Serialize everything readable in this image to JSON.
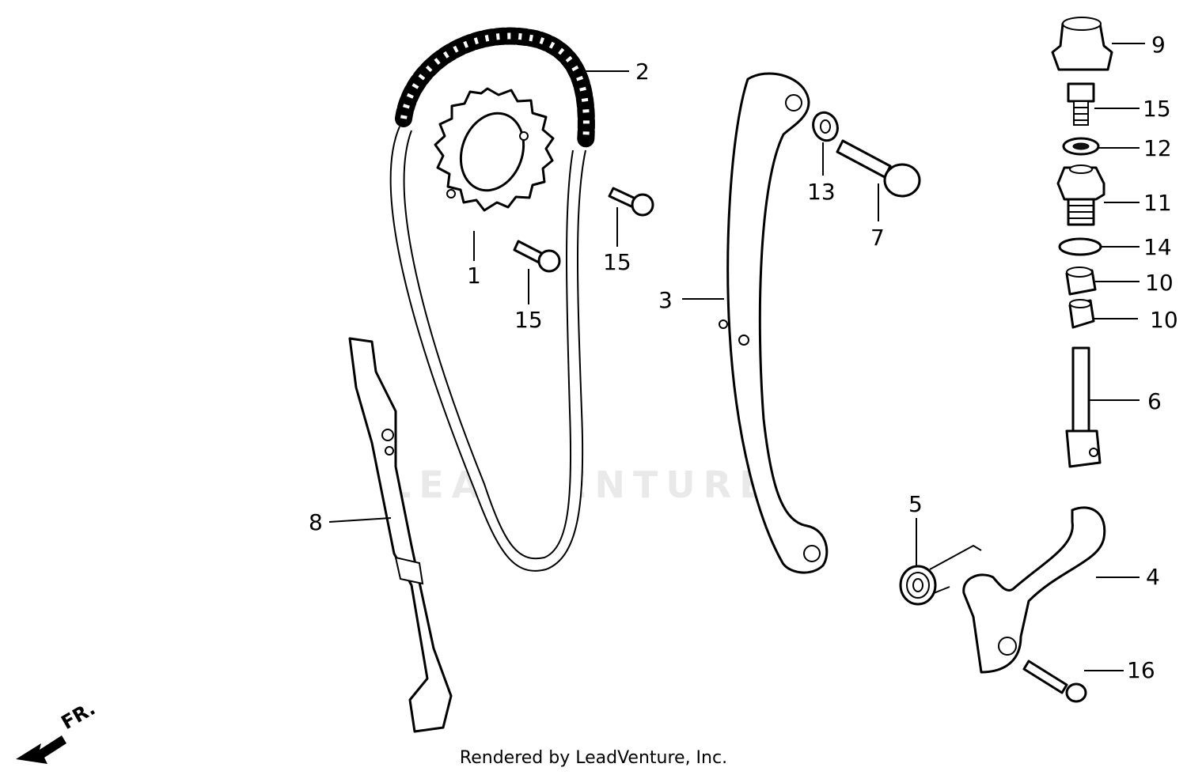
{
  "watermark": "LEADVENTURE",
  "credit": "Rendered by LeadVenture, Inc.",
  "direction_label": "FR.",
  "callouts": {
    "c1": "1",
    "c2": "2",
    "c3": "3",
    "c4": "4",
    "c5": "5",
    "c6": "6",
    "c7": "7",
    "c8": "8",
    "c9": "9",
    "c10a": "10",
    "c10b": "10",
    "c11": "11",
    "c12": "12",
    "c13": "13",
    "c14": "14",
    "c15a": "15",
    "c15b": "15",
    "c15c": "15",
    "c16": "16"
  }
}
